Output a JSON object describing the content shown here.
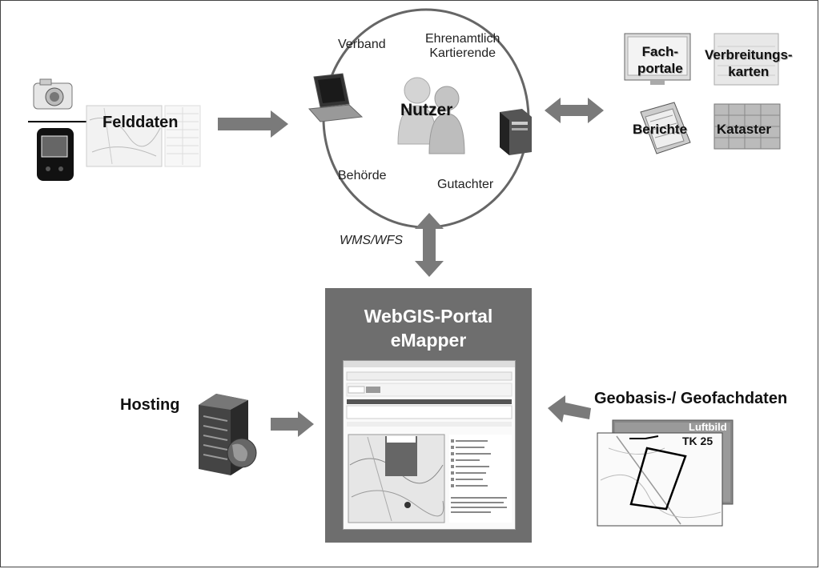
{
  "feld": {
    "label": "Felddaten"
  },
  "circle": {
    "center": "Nutzer",
    "verband": "Verband",
    "ehrenamtlich_line1": "Ehrenamtlich",
    "ehrenamtlich_line2": "Kartierende",
    "behoerde": "Behörde",
    "gutachter": "Gutachter"
  },
  "outputs": {
    "fachportale_line1": "Fach-",
    "fachportale_line2": "portale",
    "verbreitung_line1": "Verbreitungs-",
    "verbreitung_line2": "karten",
    "berichte": "Berichte",
    "kataster": "Kataster"
  },
  "link_label": "WMS/WFS",
  "portal": {
    "line1": "WebGIS-Portal",
    "line2": "eMapper"
  },
  "hosting": "Hosting",
  "geodata": {
    "label": "Geobasis-/ Geofachdaten",
    "luftbild": "Luftbild",
    "tk": "TK 25"
  },
  "icons": [
    "camera-icon",
    "gps-device-icon",
    "laptop-icon",
    "users-icon",
    "server-icon",
    "hosting-server-icon",
    "globe-icon"
  ]
}
